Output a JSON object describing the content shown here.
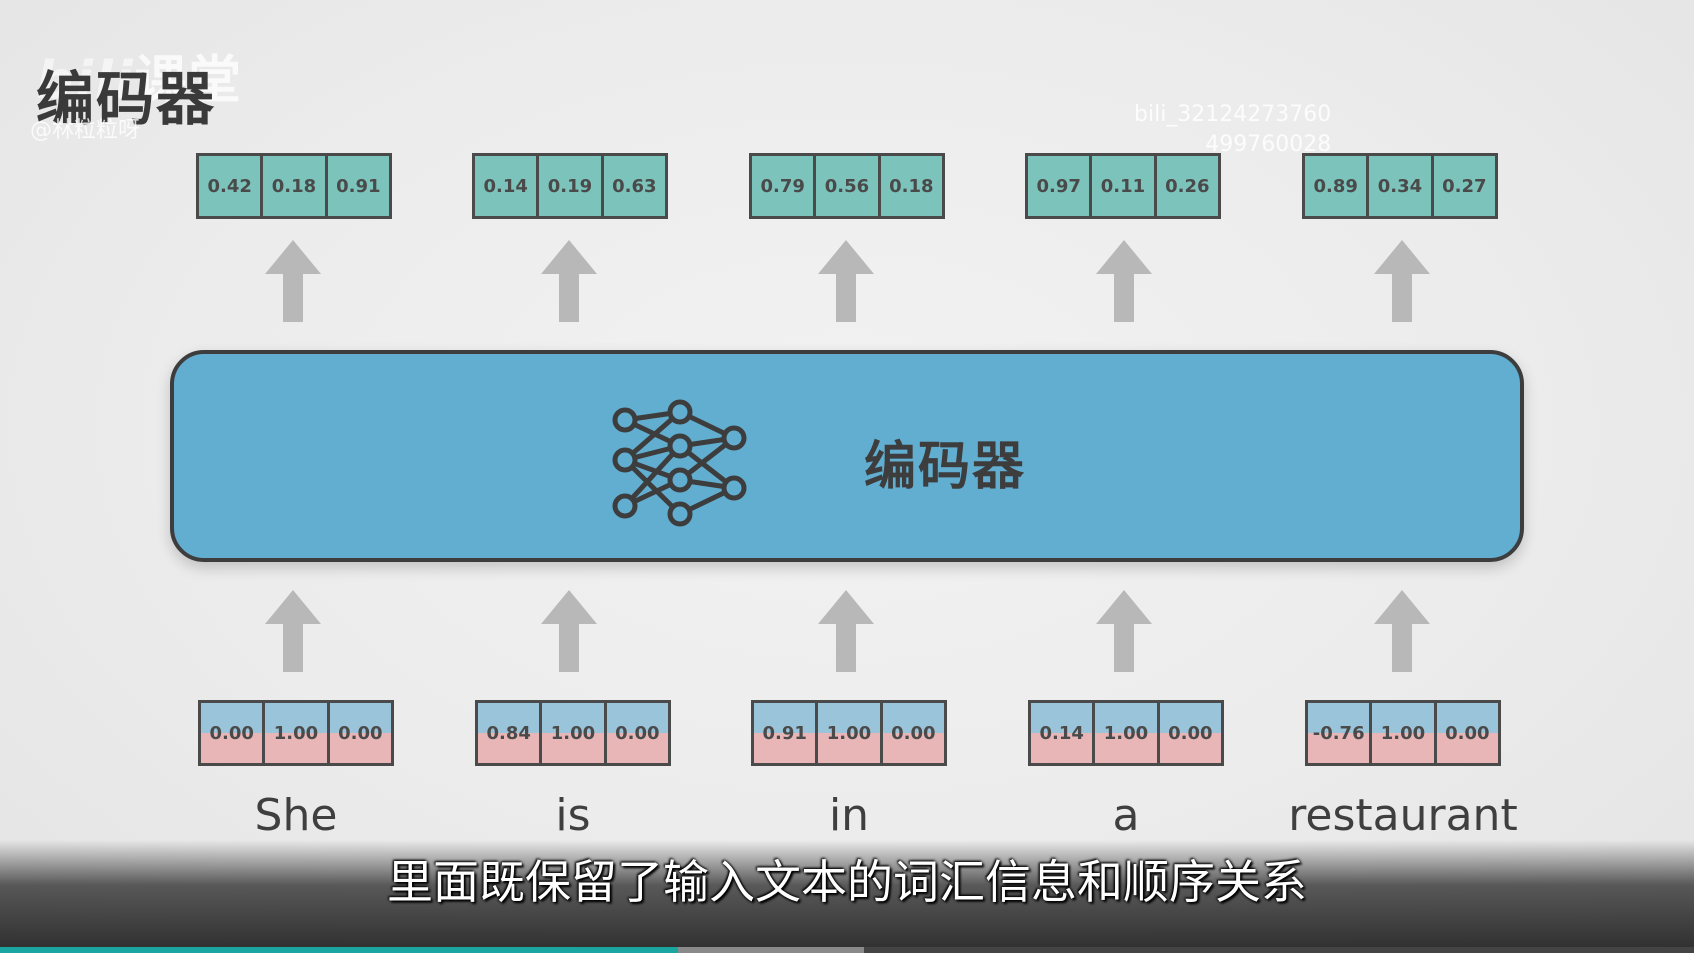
{
  "title": "编码器",
  "watermark": {
    "logo_prefix": "bili",
    "logo_suffix": "课堂",
    "handle": "@林粒粒呀",
    "bili_id_line1": "bili_32124273760",
    "bili_id_line2": "499760028"
  },
  "encoder": {
    "label": "编码器",
    "icon": "neural-network-icon"
  },
  "outputs": [
    [
      "0.42",
      "0.18",
      "0.91"
    ],
    [
      "0.14",
      "0.19",
      "0.63"
    ],
    [
      "0.79",
      "0.56",
      "0.18"
    ],
    [
      "0.97",
      "0.11",
      "0.26"
    ],
    [
      "0.89",
      "0.34",
      "0.27"
    ]
  ],
  "inputs": [
    [
      "0.00",
      "1.00",
      "0.00"
    ],
    [
      "0.84",
      "1.00",
      "0.00"
    ],
    [
      "0.91",
      "1.00",
      "0.00"
    ],
    [
      "0.14",
      "1.00",
      "0.00"
    ],
    [
      "-0.76",
      "1.00",
      "0.00"
    ]
  ],
  "tokens": [
    "She",
    "is",
    "in",
    "a",
    "restaurant"
  ],
  "subtitle": "里面既保留了输入文本的词汇信息和顺序关系",
  "player": {
    "progress": 0.4,
    "buffered": 0.51
  },
  "colors": {
    "encoder": "#62aed1",
    "output_cell": "#7cc3bb",
    "input_top": "#9ac4da",
    "input_bottom": "#e9b6b8",
    "arrow": "#b8b8b8",
    "progress": "#1aa6a0"
  }
}
